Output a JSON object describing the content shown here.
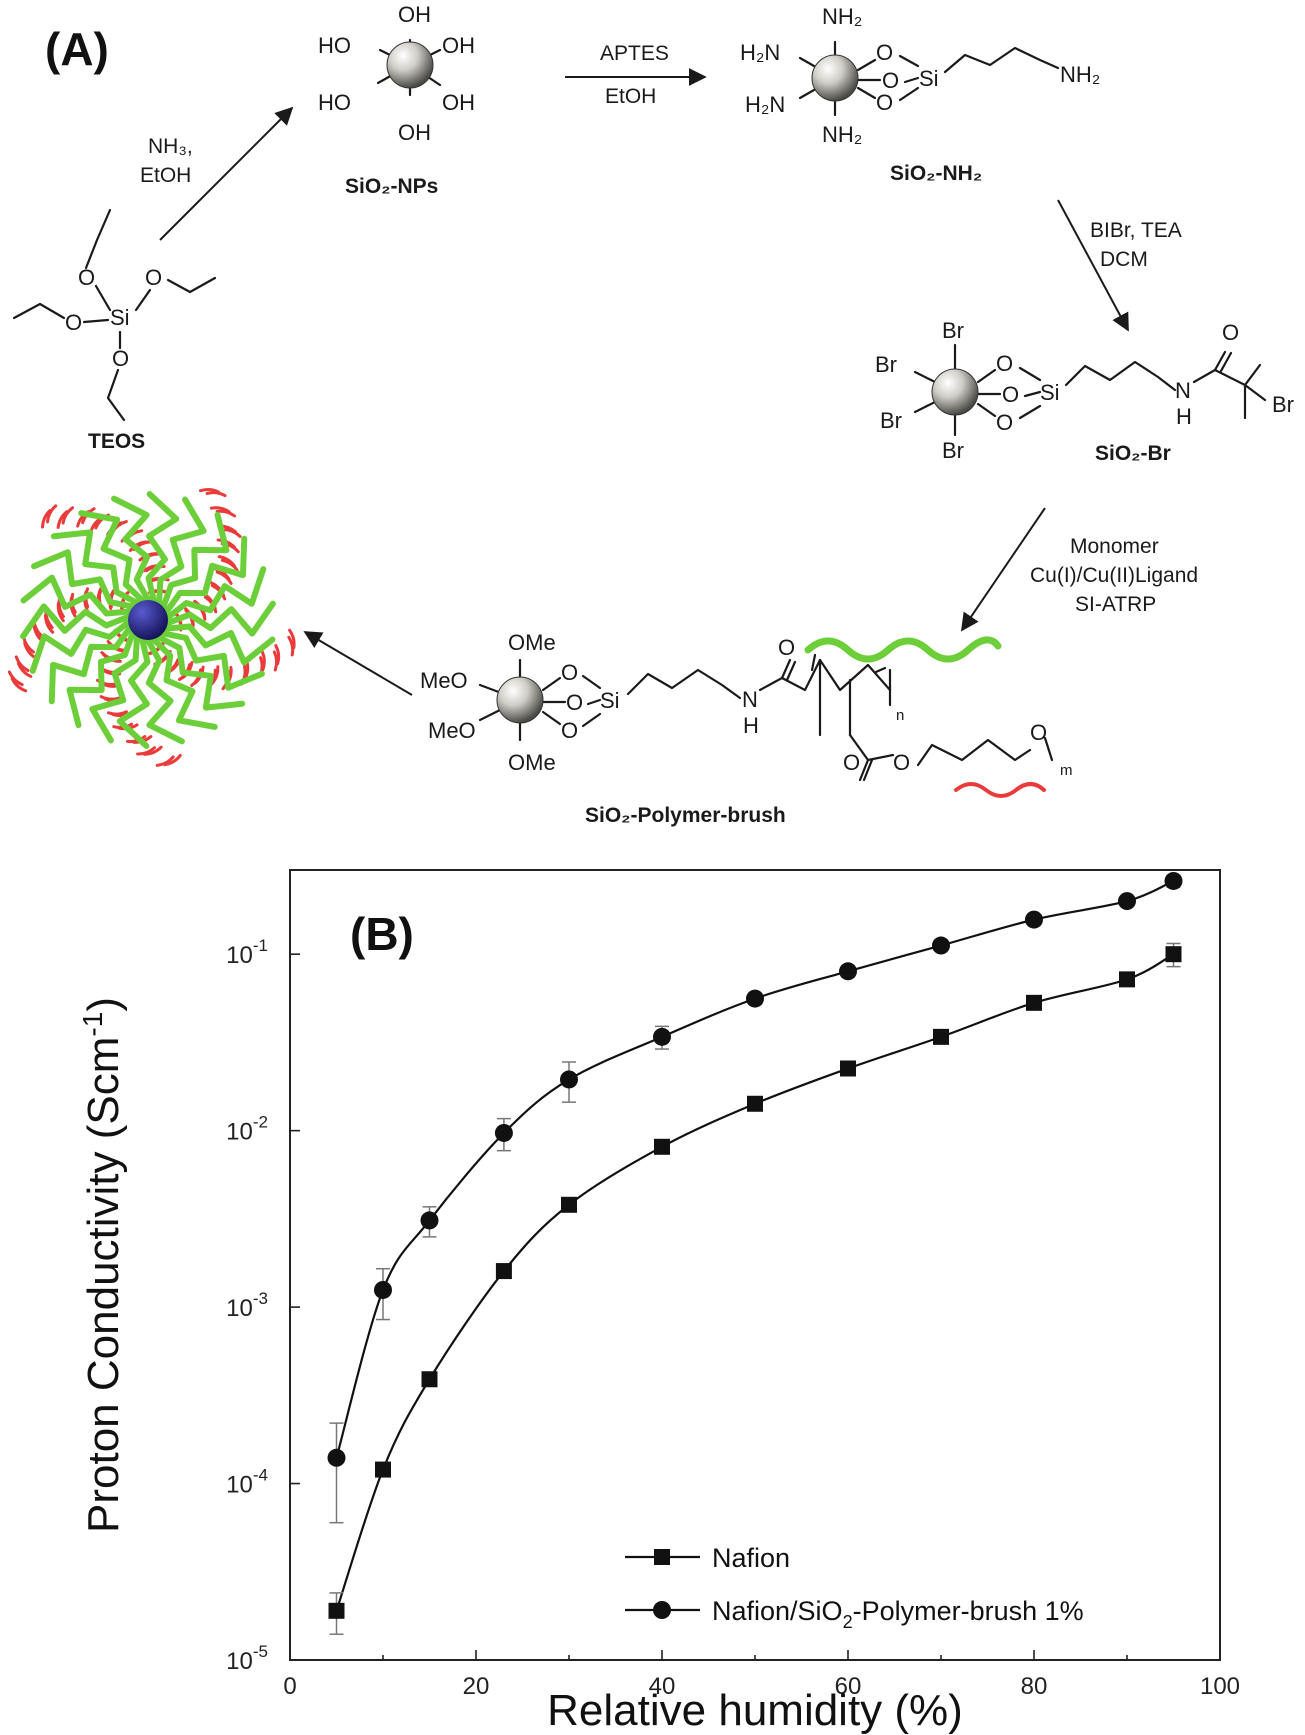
{
  "colors": {
    "particle": "#d8d6cf",
    "core": "#2a2a8a",
    "brush_green": "#6ccf3a",
    "brush_red": "#ea3b3b",
    "line": "#1a1a1a"
  },
  "scheme": {
    "panel_label": "(A)",
    "teos_label": "TEOS",
    "sio2_nps_label": "SiO₂-NPs",
    "sio2_nh2_label": "SiO₂-NH₂",
    "sio2_br_label": "SiO₂-Br",
    "brush_label": "SiO₂-Polymer-brush",
    "reagent_1_line1": "NH₃,",
    "reagent_1_line2": "EtOH",
    "reagent_2_line1": "APTES",
    "reagent_2_line2": "EtOH",
    "reagent_3_line1": "BIBr, TEA",
    "reagent_3_line2": "DCM",
    "reagent_4_line1": "Monomer",
    "reagent_4_line2": "Cu(I)/Cu(II)Ligand",
    "reagent_4_line3": "SI-ATRP"
  },
  "chart_data": {
    "type": "line",
    "panel_label": "(B)",
    "xlabel": "Relative humidity (%)",
    "ylabel": "Proton Conductivity (Scm",
    "ylabel_sup": "-1",
    "ylabel_close": ")",
    "xlim": [
      0,
      100
    ],
    "ylim": [
      1e-05,
      0.3
    ],
    "yscale": "log",
    "xticks": [
      0,
      20,
      40,
      60,
      80,
      100
    ],
    "yticks": [
      {
        "value": 1e-05,
        "base": "10",
        "exp": "-5"
      },
      {
        "value": 0.0001,
        "base": "10",
        "exp": "-4"
      },
      {
        "value": 0.001,
        "base": "10",
        "exp": "-3"
      },
      {
        "value": 0.01,
        "base": "10",
        "exp": "-2"
      },
      {
        "value": 0.1,
        "base": "10",
        "exp": "-1"
      }
    ],
    "legend_position": "bottom-right",
    "series": [
      {
        "name": "Nafion",
        "marker": "square",
        "x": [
          5,
          10,
          15,
          23,
          30,
          40,
          50,
          60,
          70,
          80,
          90,
          95
        ],
        "y": [
          1.9e-05,
          0.00012,
          0.00039,
          0.0016,
          0.0038,
          0.0081,
          0.0142,
          0.0225,
          0.034,
          0.053,
          0.072,
          0.1
        ],
        "err": [
          5e-06,
          1e-05,
          2e-05,
          0.0001,
          0.0002,
          0.0004,
          0.0007,
          0.001,
          0.0015,
          0.002,
          0.003,
          0.015
        ]
      },
      {
        "name_main": "Nafion/SiO",
        "name_sub": "2",
        "name_rest": "-Polymer-brush 1%",
        "marker": "circle",
        "x": [
          5,
          10,
          15,
          23,
          30,
          40,
          50,
          60,
          70,
          80,
          90,
          95
        ],
        "y": [
          0.00014,
          0.00125,
          0.0031,
          0.0097,
          0.0195,
          0.034,
          0.056,
          0.08,
          0.112,
          0.157,
          0.2,
          0.26
        ],
        "err": [
          8e-05,
          0.0004,
          0.0006,
          0.002,
          0.005,
          0.005,
          0.004,
          0.005,
          0.006,
          0.008,
          0.01,
          0.02
        ]
      }
    ]
  }
}
